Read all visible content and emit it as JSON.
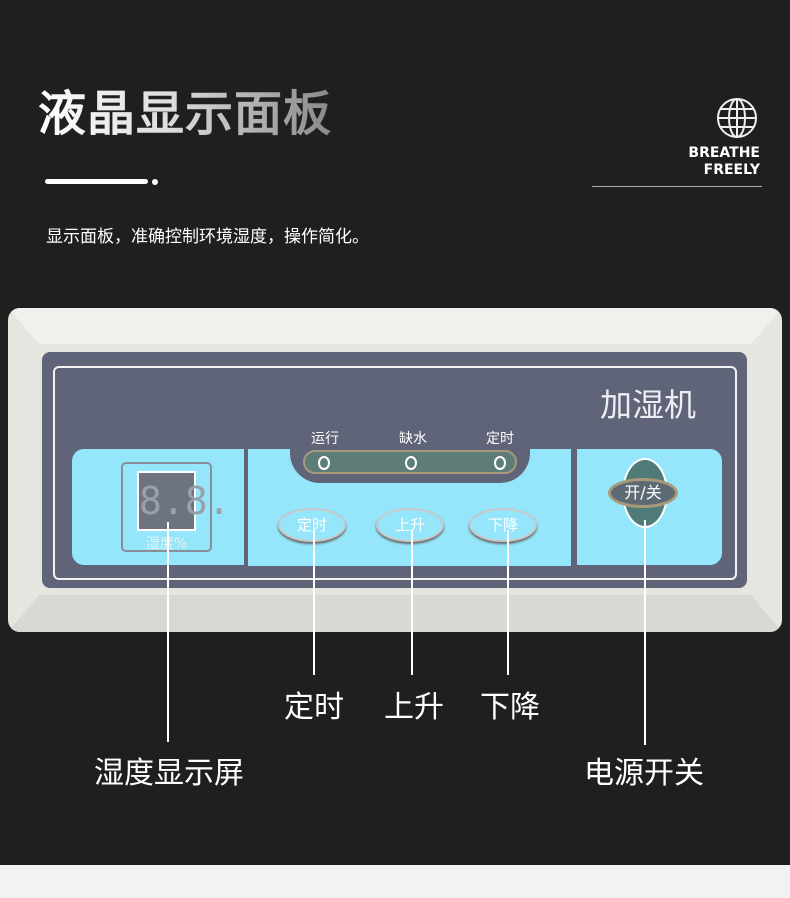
{
  "header": {
    "title": "液晶显示面板",
    "subtitle": "显示面板，准确控制环境湿度，操作简化。"
  },
  "brand": {
    "icon": "globe-icon",
    "line1": "BREATHE",
    "line2": "FREELY"
  },
  "panel": {
    "model": "加湿机",
    "indicators": [
      "运行",
      "缺水",
      "定时"
    ],
    "display": {
      "digits": "8.8.",
      "label": "湿度%"
    },
    "buttons": [
      "定时",
      "上升",
      "下降"
    ],
    "power": "开/关"
  },
  "callouts": {
    "display": "湿度显示屏",
    "timer": "定时",
    "up": "上升",
    "down": "下降",
    "power": "电源开关"
  },
  "colors": {
    "background": "#1f1f1f",
    "panel": "#5f6478",
    "cyan": "#95e6fb"
  }
}
